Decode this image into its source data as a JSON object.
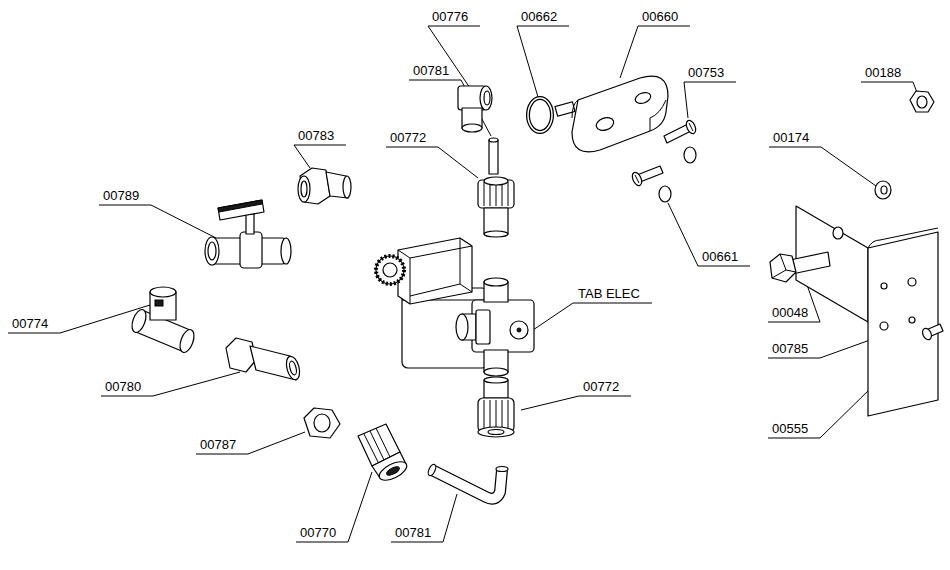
{
  "diagram": {
    "labels": [
      "00776",
      "00662",
      "00660",
      "00781",
      "00753",
      "00188",
      "00772",
      "00783",
      "00174",
      "00789",
      "00661",
      "TAB ELEC",
      "00774",
      "00048",
      "00785",
      "00780",
      "00772",
      "00555",
      "00787",
      "00770",
      "00781"
    ]
  }
}
